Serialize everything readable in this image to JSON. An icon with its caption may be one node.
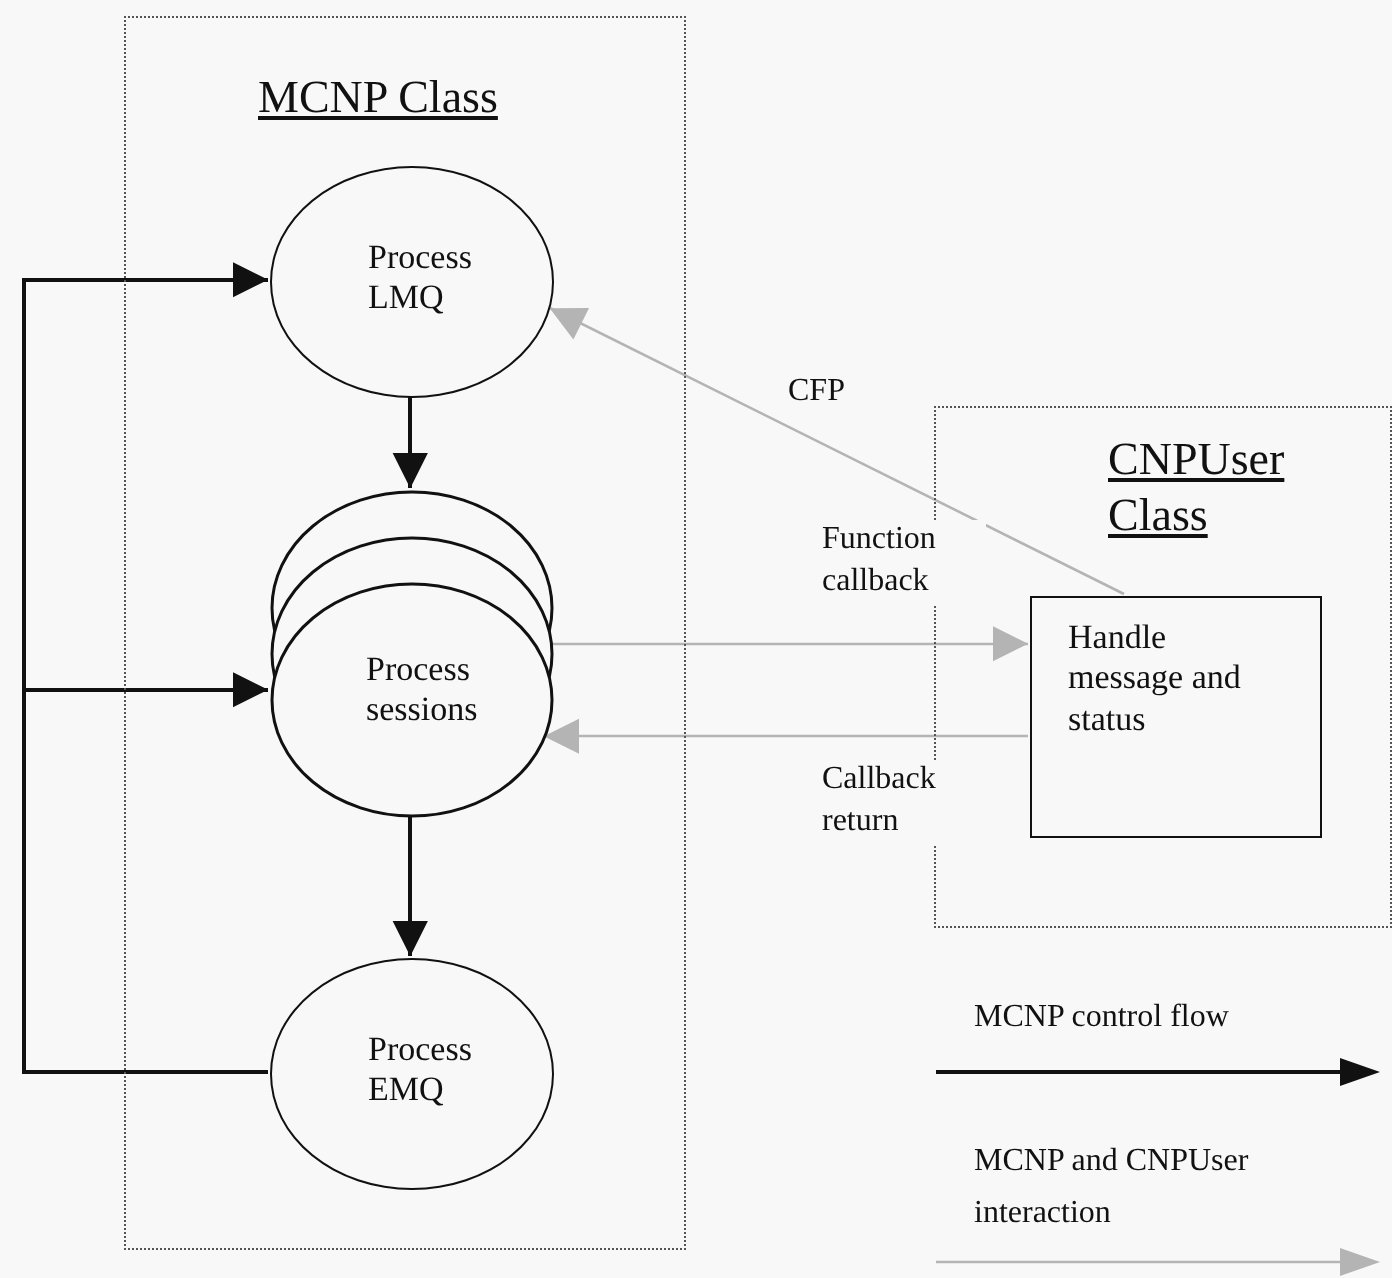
{
  "diagram": {
    "nodes": [
      {
        "text": [
          "MCNP Class"
        ]
      },
      {
        "text": [
          "Process LMQ"
        ],
        "in": 0
      },
      {
        "text": [
          "Process sessions"
        ],
        "in": 0
      },
      {
        "text": [
          "Process EMQ"
        ],
        "in": 0
      },
      {
        "text": [
          "CNPUser Class"
        ]
      },
      {
        "text": [
          "Handle message and status"
        ],
        "in": 4
      }
    ],
    "edges": [
      {
        "from": 1,
        "to": 2,
        "arrow": "to"
      },
      {
        "from": 2,
        "to": 3,
        "arrow": "to"
      },
      {
        "from": 3,
        "to": 1,
        "arrow": "to"
      },
      {
        "from": 3,
        "to": 2,
        "arrow": "to"
      },
      {
        "from": 5,
        "to": 1,
        "arrow": "to",
        "label": "CFP",
        "color": "#b4b4b4"
      },
      {
        "from": 2,
        "to": 5,
        "arrow": "to",
        "label": "Function callback",
        "color": "#b4b4b4"
      },
      {
        "from": 5,
        "to": 2,
        "arrow": "to",
        "label": "Callback return",
        "color": "#b4b4b4"
      }
    ],
    "legend": [
      {
        "text": "MCNP control flow"
      },
      {
        "text": "MCNP and CNPUser interaction"
      }
    ]
  }
}
